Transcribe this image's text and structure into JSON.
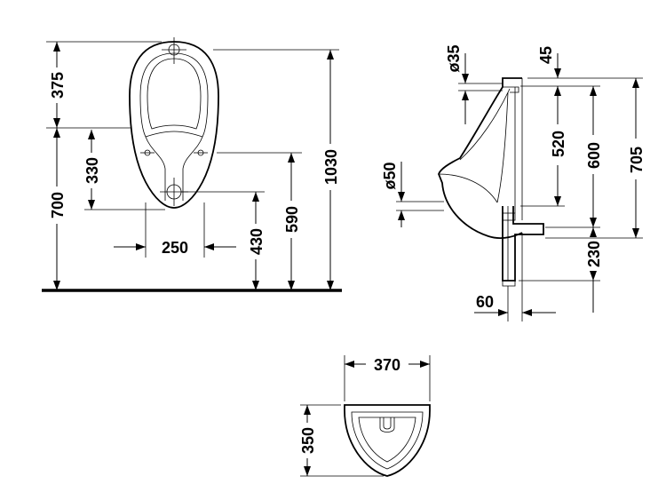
{
  "front_view": {
    "dim_375": "375",
    "dim_700": "700",
    "dim_330": "330",
    "dim_250": "250",
    "dim_430": "430",
    "dim_590": "590",
    "dim_1030": "1030"
  },
  "side_view": {
    "dim_d35": "ø35",
    "dim_45": "45",
    "dim_d50": "ø50",
    "dim_520": "520",
    "dim_600": "600",
    "dim_705": "705",
    "dim_230": "230",
    "dim_60": "60"
  },
  "top_view": {
    "dim_370": "370",
    "dim_350": "350"
  }
}
